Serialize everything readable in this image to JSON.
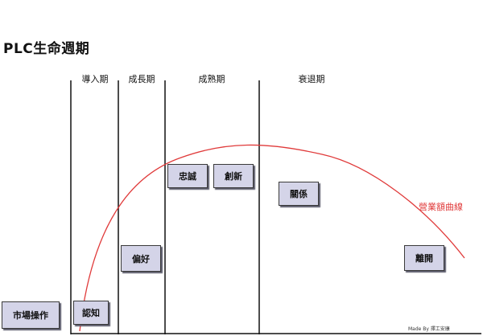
{
  "title": "PLC生命週期",
  "phases": [
    "導入期",
    "成長期",
    "成熟期",
    "衰退期"
  ],
  "boxes": {
    "market": "市場操作",
    "awareness": "認知",
    "preference": "偏好",
    "loyalty": "忠誠",
    "innovation": "創新",
    "relationship": "關係",
    "departure": "離開"
  },
  "curve_label": "營業額曲線",
  "credit": "Made By 擇工安康",
  "colors": {
    "curve": "#e03a3a",
    "box_fill": "#d4d4e8",
    "line": "#111111"
  }
}
